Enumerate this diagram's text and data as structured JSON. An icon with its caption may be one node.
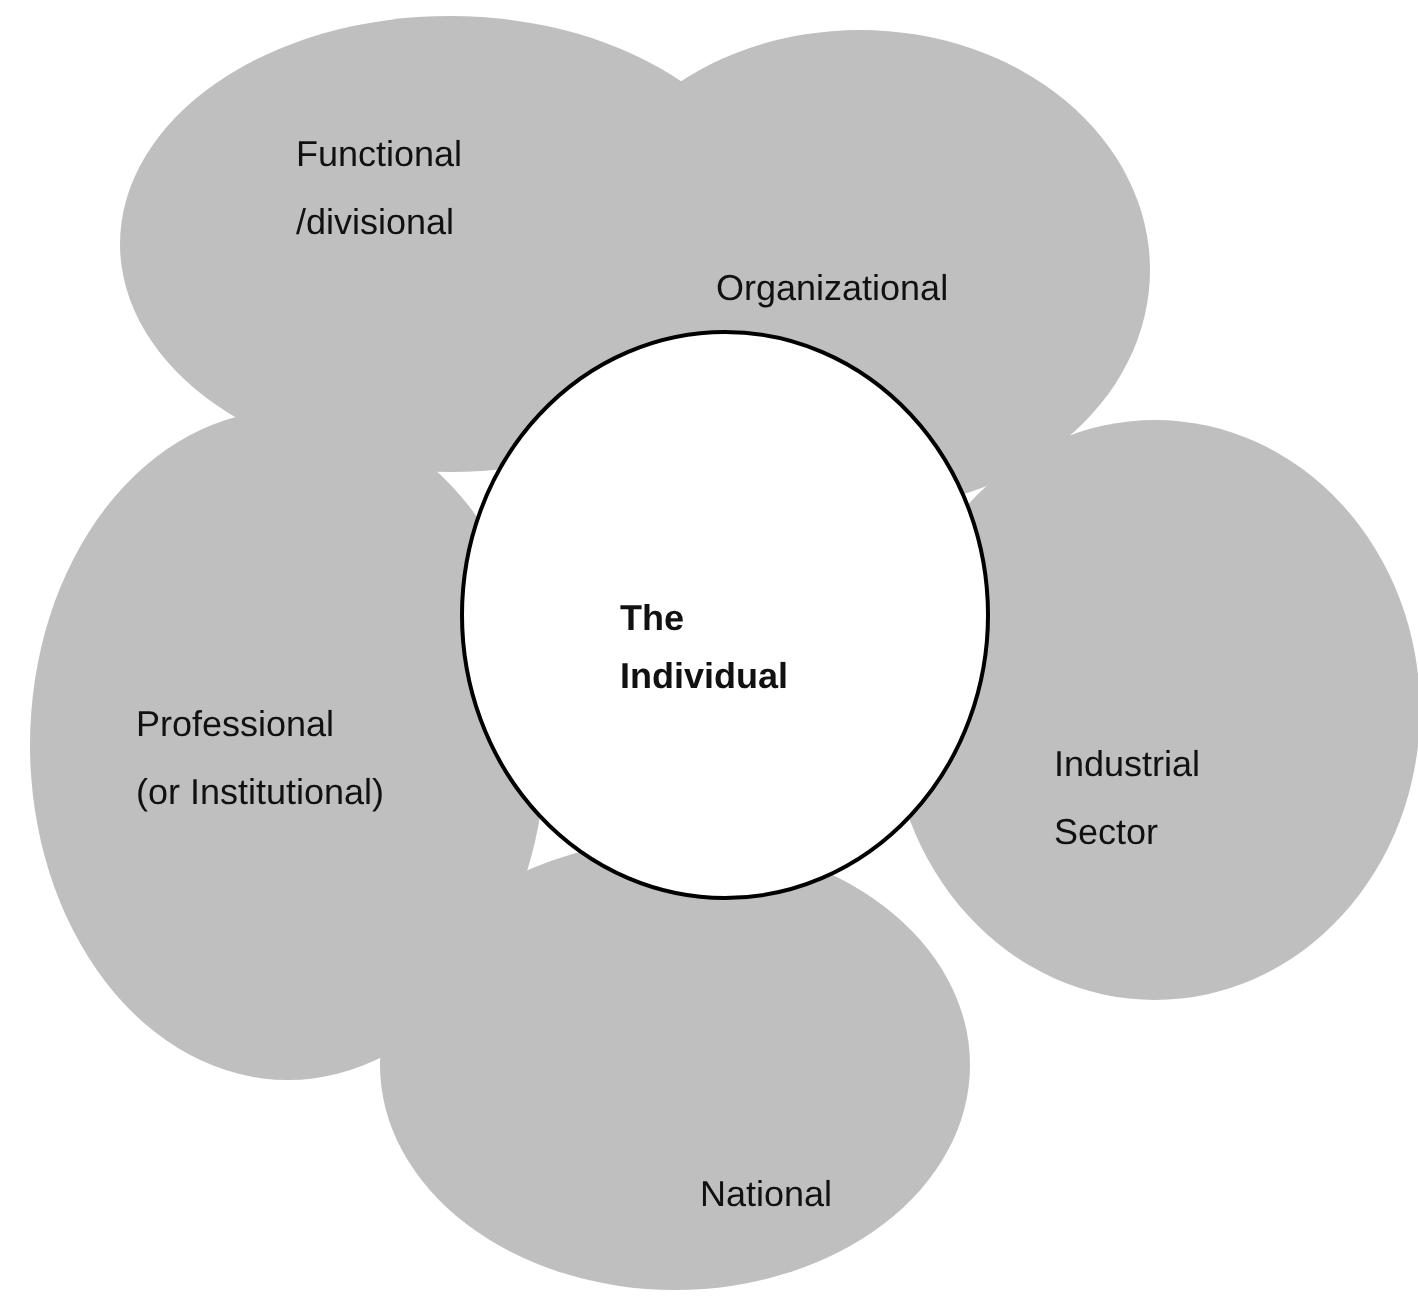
{
  "diagram": {
    "nodes": [
      {
        "text": [
          "Functional /divisional"
        ]
      },
      {
        "text": [
          "Organizational"
        ]
      },
      {
        "text": [
          "Professional (or Institutional)"
        ]
      },
      {
        "text": [
          "Industrial Sector"
        ]
      },
      {
        "text": [
          "National"
        ]
      },
      {
        "text": [
          "The Individual"
        ]
      }
    ]
  }
}
